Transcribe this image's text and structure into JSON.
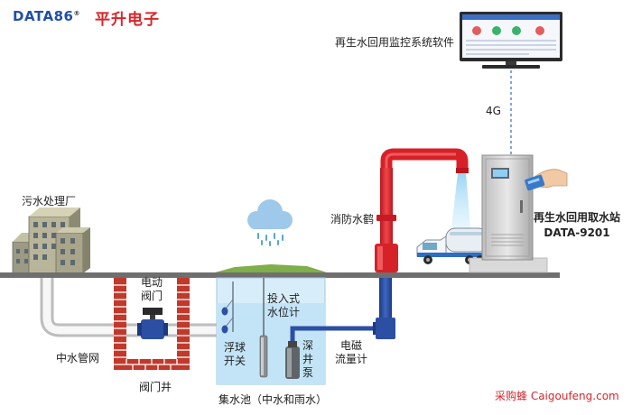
{
  "brand": {
    "logo_text": "DATA86",
    "registered_mark": "®",
    "company_name": "平升电子"
  },
  "software_label": "再生水回用监控系统软件",
  "network_label": "4G",
  "plant_label": "污水处理厂",
  "pipe_network_label": "中水管网",
  "valve": {
    "label_line1": "电动",
    "label_line2": "阀门",
    "well_label": "阀门井"
  },
  "tank": {
    "label": "集水池（中水和雨水）",
    "float_switch_line1": "浮球",
    "float_switch_line2": "开关",
    "level_meter_line1": "投入式",
    "level_meter_line2": "水位计",
    "pump_chars": [
      "深",
      "井",
      "泵"
    ]
  },
  "flowmeter_line1": "电磁",
  "flowmeter_line2": "流量计",
  "hydrant_label": "消防水鹤",
  "station": {
    "name": "再生水回用取水站",
    "model": "DATA-9201"
  },
  "footer": "采购蜂 Caigoufeng.com",
  "colors": {
    "brand_blue": "#1f4fa8",
    "brand_red": "#d8262b",
    "ground": "#6f6f6f",
    "water": "#cfe9f7",
    "crane_red": "#e0242b",
    "pipe_blue": "#2c4fa3",
    "brick": "#c0392b"
  }
}
